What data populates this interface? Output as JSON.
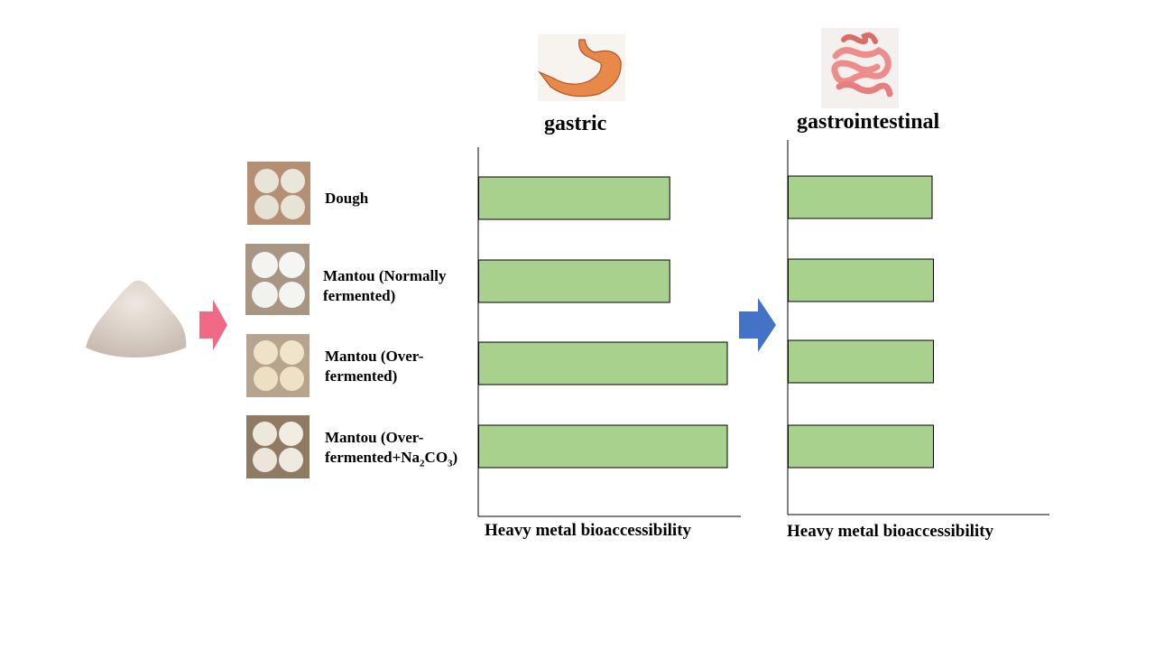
{
  "titles": {
    "gastric": "gastric",
    "gastrointestinal": "gastrointestinal"
  },
  "samples": [
    {
      "name": "Dough"
    },
    {
      "name": "Mantou (Normally fermented)"
    },
    {
      "name": "Mantou (Over-fermented)"
    },
    {
      "name": "Mantou (Over-fermented+Na2CO3)"
    }
  ],
  "label_parts": {
    "dough": "Dough",
    "normal_1": "Mantou (Normally",
    "normal_2": "fermented)",
    "over_1": "Mantou (Over-",
    "over_2": "fermented)",
    "na_1": "Mantou (Over-",
    "na_2a": "fermented+Na",
    "na_sub1": "2",
    "na_2b": "CO",
    "na_sub2": "3",
    "na_2c": ")"
  },
  "axis_label": "Heavy metal bioaccessibility",
  "axis_label_gi": "Heavy metal bioaccessibility",
  "chart_data": [
    {
      "type": "bar",
      "orientation": "horizontal",
      "title": "gastric",
      "xlabel": "Heavy metal bioaccessibility",
      "categories": [
        "Dough",
        "Mantou (Normally fermented)",
        "Mantou (Over-fermented)",
        "Mantou (Over-fermented+Na2CO3)"
      ],
      "values": [
        0.73,
        0.73,
        0.95,
        0.95
      ],
      "xlim": [
        0,
        1
      ],
      "grid": false,
      "bar_color": "#a9d18e"
    },
    {
      "type": "bar",
      "orientation": "horizontal",
      "title": "gastrointestinal",
      "xlabel": "Heavy metal bioaccessibility",
      "categories": [
        "Dough",
        "Mantou (Normally fermented)",
        "Mantou (Over-fermented)",
        "Mantou (Over-fermented+Na2CO3)"
      ],
      "values": [
        0.55,
        0.555,
        0.555,
        0.555
      ],
      "xlim": [
        0,
        1
      ],
      "grid": false,
      "bar_color": "#a9d18e"
    }
  ],
  "colors": {
    "bar_fill": "#a9d18e",
    "arrow_pink": "#f06a85",
    "arrow_blue": "#4472c4",
    "flour": "#d8cdc3",
    "stomach": "#e8894a",
    "intestine": "#ec8c8c"
  },
  "icons": [
    "flour-pile-icon",
    "pink-arrow-icon",
    "blue-arrow-icon",
    "stomach-icon",
    "intestine-icon"
  ]
}
